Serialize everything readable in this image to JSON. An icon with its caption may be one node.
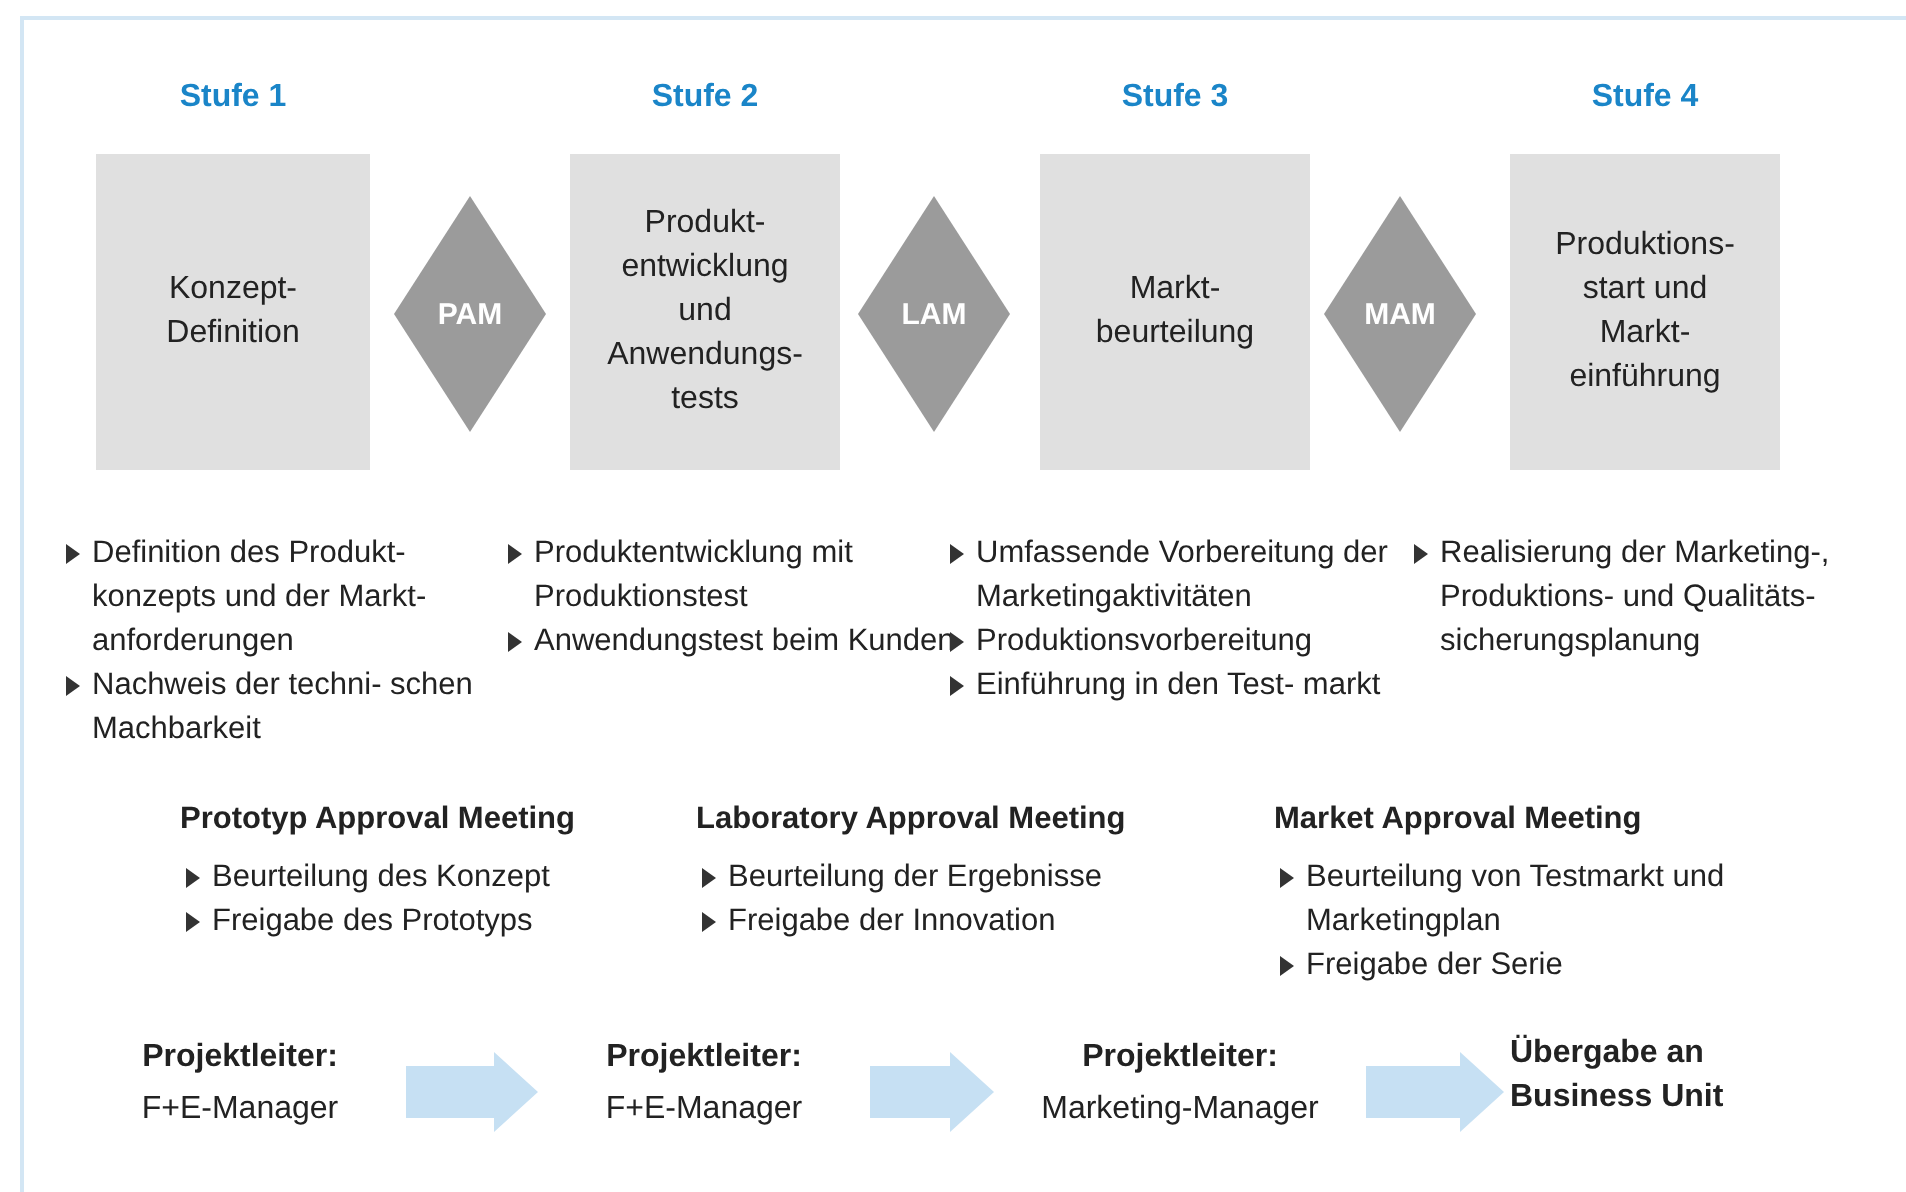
{
  "diagram": {
    "nodes": [
      {
        "text": [
          "Stufe 1",
          "Konzept-Definition"
        ]
      },
      {
        "text": [
          "PAM"
        ]
      },
      {
        "text": [
          "Stufe 2",
          "Produkt- entwicklung und Anwendungs- tests"
        ]
      },
      {
        "text": [
          "LAM"
        ]
      },
      {
        "text": [
          "Stufe 3",
          "Markt- beurteilung"
        ]
      },
      {
        "text": [
          "MAM"
        ]
      },
      {
        "text": [
          "Stufe 4",
          "Produktions- start und Markt- einführung"
        ]
      },
      {
        "text": [
          "Projektleiter:",
          "F+E-Manager"
        ]
      },
      {
        "text": [
          "Projektleiter:",
          "F+E-Manager"
        ]
      },
      {
        "text": [
          "Projektleiter:",
          "Marketing-Manager"
        ]
      },
      {
        "text": [
          "Übergabe an Business Unit"
        ]
      }
    ],
    "edges": [
      {
        "from": 7,
        "to": 8,
        "arrow": "to"
      },
      {
        "from": 8,
        "to": 9,
        "arrow": "to"
      },
      {
        "from": 9,
        "to": 10,
        "arrow": "to"
      }
    ],
    "labels": [
      "Definition des Produkt- konzepts und der Markt- anforderungen",
      "Nachweis der techni- schen Machbarkeit",
      "Produktentwicklung mit Produktionstest",
      "Anwendungstest beim Kunden",
      "Umfassende Vorbereitung der Marketingaktivitäten",
      "Produktionsvorbereitung",
      "Einführung in den Test- markt",
      "Realisierung der Marketing-, Produktions- und Qualitäts- sicherungsplanung",
      "Prototyp Approval Meeting",
      "Beurteilung des Konzept",
      "Freigabe des Prototyps",
      "Laboratory Approval Meeting",
      "Beurteilung der Ergebnisse",
      "Freigabe der Innovation",
      "Market Approval Meeting",
      "Beurteilung von Testmarkt und Marketingplan",
      "Freigabe der Serie"
    ]
  }
}
